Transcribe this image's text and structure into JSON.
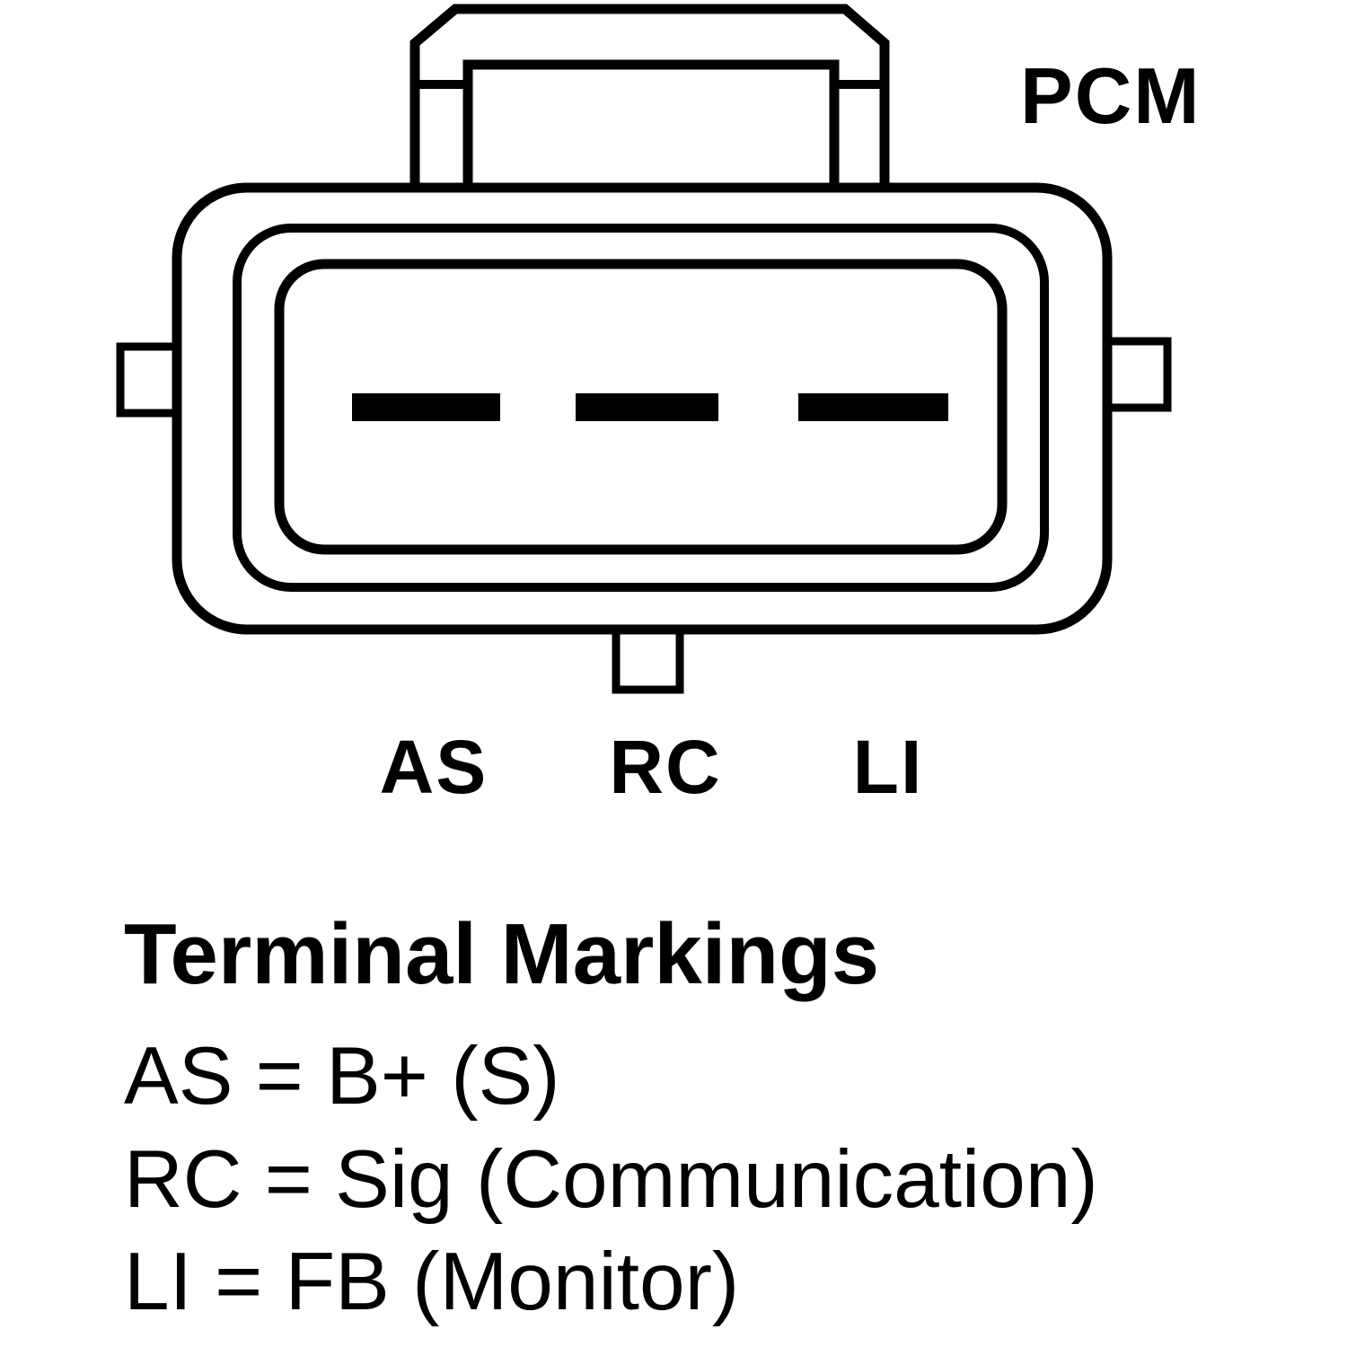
{
  "diagram": {
    "connector_label": "PCM",
    "terminals": [
      {
        "id": "AS",
        "label": "AS"
      },
      {
        "id": "RC",
        "label": "RC"
      },
      {
        "id": "LI",
        "label": "LI"
      }
    ]
  },
  "legend": {
    "title": "Terminal Markings",
    "entries": [
      "AS = B+ (S)",
      "RC = Sig (Communication)",
      "LI = FB (Monitor)"
    ]
  },
  "colors": {
    "line": "#000000",
    "background": "#ffffff"
  }
}
